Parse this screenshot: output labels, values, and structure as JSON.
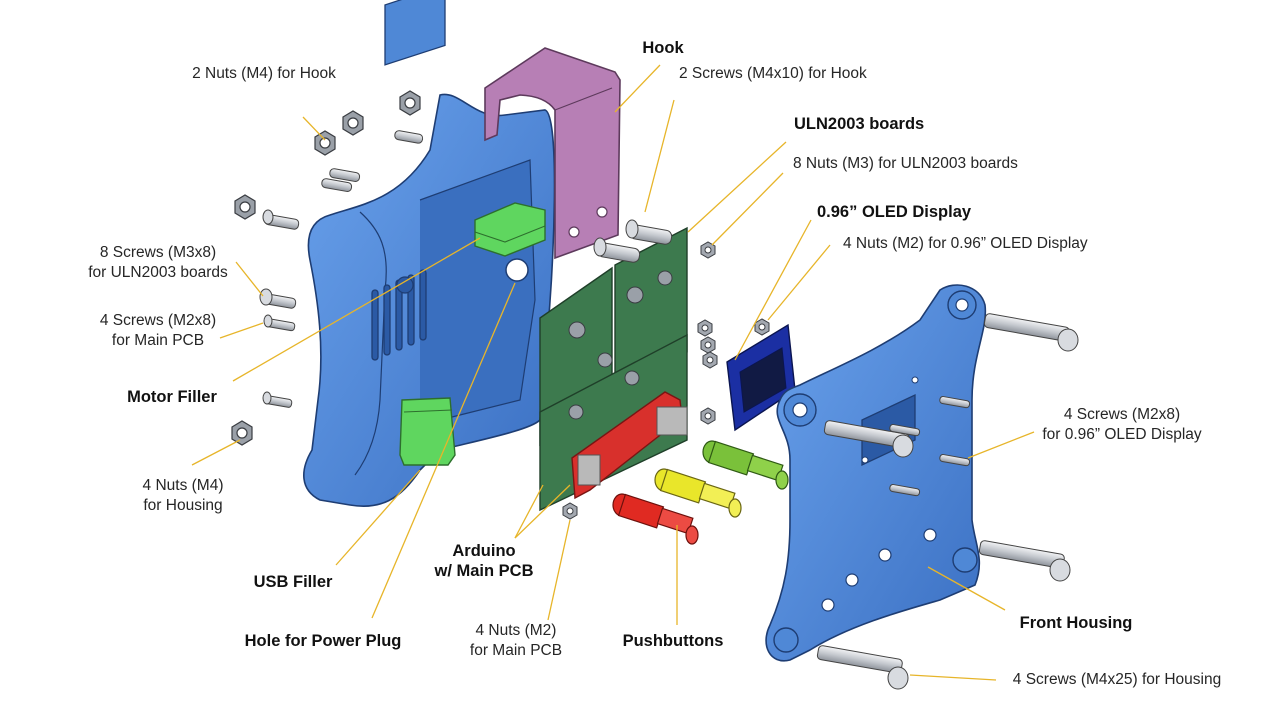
{
  "labels": {
    "hook": "Hook",
    "nuts_hook": "2 Nuts (M4) for Hook",
    "screws_hook": "2 Screws (M4x10) for Hook",
    "uln_boards": "ULN2003 boards",
    "nuts_uln": "8 Nuts (M3) for ULN2003 boards",
    "oled": "0.96” OLED Display",
    "nuts_oled": "4 Nuts (M2) for 0.96” OLED Display",
    "screws_uln_1": "8 Screws (M3x8)",
    "screws_uln_2": "for ULN2003 boards",
    "screws_main_1": "4 Screws (M2x8)",
    "screws_main_2": "for Main PCB",
    "motor_filler": "Motor  Filler",
    "nuts_housing_1": "4 Nuts (M4)",
    "nuts_housing_2": "for Housing",
    "screws_oled_1": "4 Screws (M2x8)",
    "screws_oled_2": "for 0.96” OLED Display",
    "usb_filler": "USB Filler",
    "arduino_1": "Arduino",
    "arduino_2": "w/ Main PCB",
    "hole_power": "Hole for Power Plug",
    "nuts_main_1": "4 Nuts (M2)",
    "nuts_main_2": "for Main PCB",
    "pushbuttons": "Pushbuttons",
    "front_housing": "Front Housing",
    "screws_housing": "4 Screws (M4x25) for Housing"
  },
  "colors": {
    "housing": "#4f88d6",
    "housing_dark": "#2f62ad",
    "hook": "#b77fb5",
    "pcb": "#3d7a4e",
    "arduino": "#d8302c",
    "oled_board": "#1b2fa3",
    "filler": "#5fd65f",
    "leader": "#e7b52a",
    "button_green": "#7ac13a",
    "button_yellow": "#e9e62a",
    "button_red": "#e02a22",
    "metal": "#bcc0c6"
  }
}
